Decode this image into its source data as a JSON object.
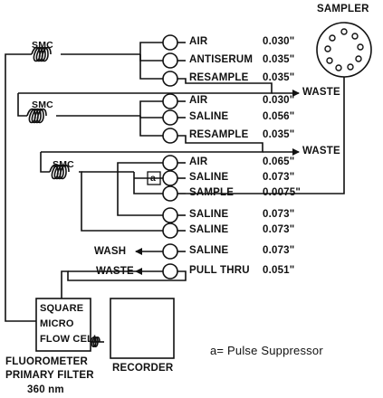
{
  "sampler": {
    "label": "SAMPLER"
  },
  "coils": {
    "smc1": "SMC",
    "smc2": "SMC",
    "smc3": "SMC"
  },
  "lines": [
    {
      "name": "AIR",
      "size": "0.030\""
    },
    {
      "name": "ANTISERUM",
      "size": "0.035\""
    },
    {
      "name": "RESAMPLE",
      "size": "0.035\""
    },
    {
      "name": "AIR",
      "size": "0.030\""
    },
    {
      "name": "SALINE",
      "size": "0.056\""
    },
    {
      "name": "RESAMPLE",
      "size": "0.035\""
    },
    {
      "name": "AIR",
      "size": "0.065\""
    },
    {
      "name": "SALINE",
      "size": "0.073\""
    },
    {
      "name": "SAMPLE",
      "size": "0.0075\""
    },
    {
      "name": "SALINE",
      "size": "0.073\""
    },
    {
      "name": "SALINE",
      "size": "0.073\""
    },
    {
      "name": "SALINE",
      "size": "0.073\""
    },
    {
      "name": "PULL THRU",
      "size": "0.051\""
    }
  ],
  "outlets": {
    "waste1": "WASTE",
    "waste2": "WASTE",
    "wash": "WASH",
    "waste3": "WASTE"
  },
  "pulse_mark": "a",
  "flowcell": {
    "line1": "SQUARE",
    "line2": "MICRO",
    "line3": "FLOW CELL"
  },
  "captions": {
    "fluorometer": "FLUOROMETER",
    "primary_filter": "PRIMARY  FILTER",
    "wavelength": "360 nm",
    "recorder": "RECORDER"
  },
  "legend": "a= Pulse Suppressor"
}
